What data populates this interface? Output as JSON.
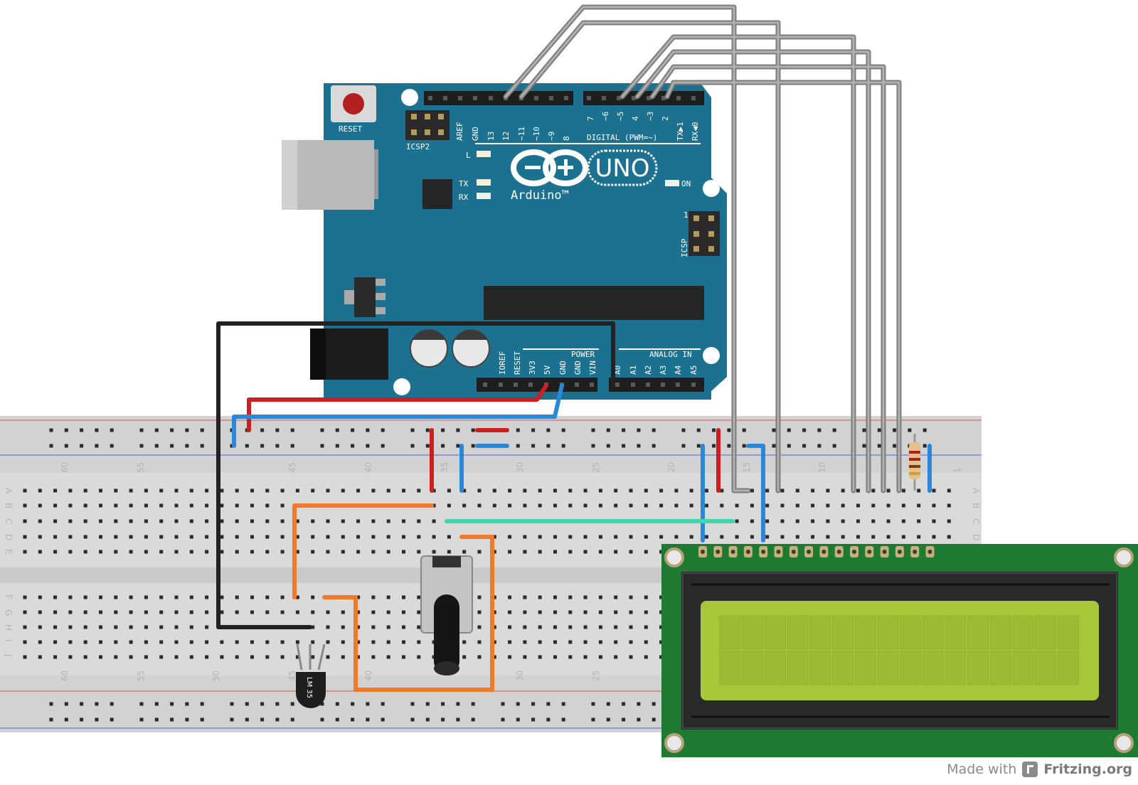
{
  "colors": {
    "board": "#1c7190",
    "breadboard": "#dadada",
    "lcd_pcb": "#1e7a31",
    "lcd_screen": "#a8c63a",
    "wire_gray": "#9a9a9a",
    "wire_red": "#cc1f1f",
    "wire_blue": "#2a88d8",
    "wire_black": "#222222",
    "wire_orange": "#f07a2a",
    "wire_teal": "#3fd6b0"
  },
  "arduino": {
    "reset_label": "RESET",
    "icsp2_label": "ICSP2",
    "icsp_label": "ICSP",
    "icsp_pin1": "1",
    "led_l": "L",
    "led_tx": "TX",
    "led_rx": "RX",
    "led_on": "ON",
    "logo_uno": "UNO",
    "logo_brand": "Arduino™",
    "digital_label": "DIGITAL (PWM=~)",
    "power_label": "POWER",
    "analog_label": "ANALOG IN",
    "digital_pins_upper": [
      "AREF",
      "GND",
      "13",
      "12",
      "~11",
      "~10",
      "~9",
      "8"
    ],
    "digital_pins_lower": [
      "7",
      "~6",
      "~5",
      "4",
      "~3",
      "2",
      "TX▶1",
      "RX◀0"
    ],
    "power_pins": [
      "IOREF",
      "RESET",
      "3V3",
      "5V",
      "GND",
      "GND",
      "VIN"
    ],
    "analog_pins": [
      "A0",
      "A1",
      "A2",
      "A3",
      "A4",
      "A5"
    ]
  },
  "breadboard": {
    "column_numbers": [
      "60",
      "55",
      "45",
      "40",
      "35",
      "30",
      "25",
      "20",
      "15",
      "10",
      "1"
    ],
    "column_numbers_bottom": [
      "60",
      "55",
      "50",
      "45",
      "40",
      "30",
      "25"
    ],
    "row_letters_top": [
      "A",
      "B",
      "C",
      "D",
      "E"
    ],
    "row_letters_bottom": [
      "F",
      "G",
      "H",
      "I",
      "J"
    ]
  },
  "sensor_label": "LM\n35",
  "credit": {
    "prefix": "Made with",
    "brand": "Fritzing.org"
  }
}
